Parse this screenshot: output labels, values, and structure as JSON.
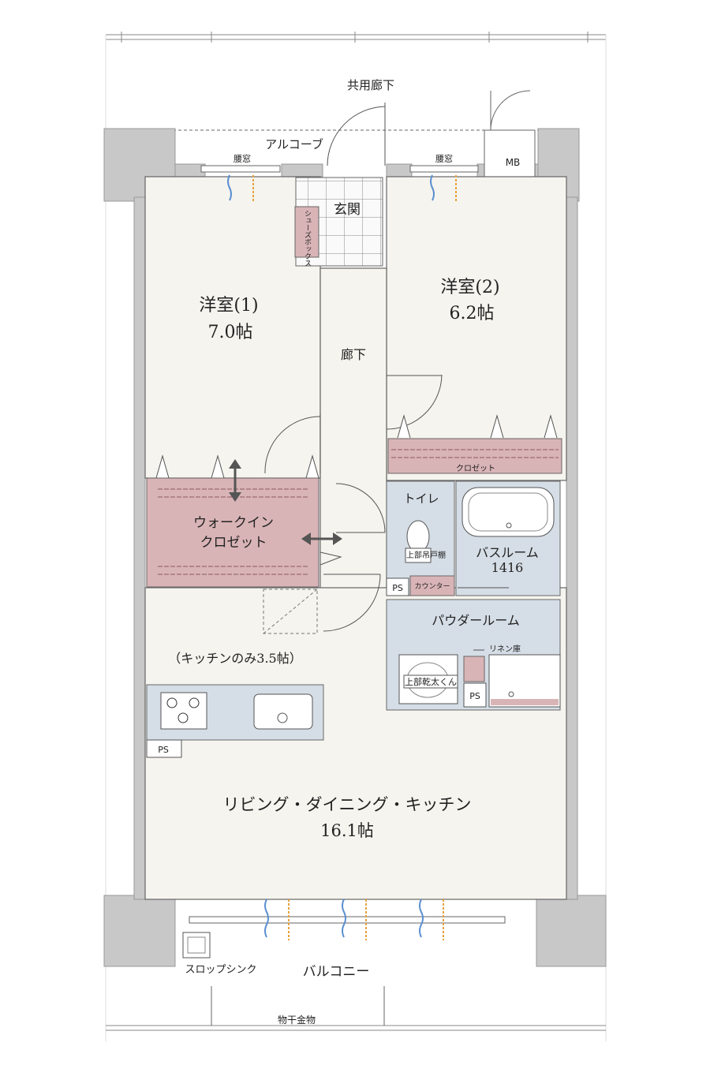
{
  "corridor": "共用廊下",
  "alcove": "アルコーブ",
  "waist_window_1": "腰窓",
  "waist_window_2": "腰窓",
  "mb": "MB",
  "entrance": "玄関",
  "shoe_box": "シューズボックス",
  "room1": {
    "name": "洋室(1)",
    "size": "7.0帖"
  },
  "room2": {
    "name": "洋室(2)",
    "size": "6.2帖"
  },
  "hallway": "廊下",
  "closet": "クロゼット",
  "walk_in_closet": [
    "ウォークイン",
    "クロゼット"
  ],
  "toilet": "トイレ",
  "upper_cabinet": "上部吊戸棚",
  "counter": "カウンター",
  "ps_1": "PS",
  "ps_2": "PS",
  "ps_3": "PS",
  "bathroom": {
    "name": "バスルーム",
    "size": "1416"
  },
  "powder_room": "パウダールーム",
  "linen": "リネン庫",
  "dryer": "上部乾太くん",
  "kitchen_note": "（キッチンのみ3.5帖）",
  "ldk": {
    "name": "リビング・ダイニング・キッチン",
    "size": "16.1帖"
  },
  "slop_sink": "スロップシンク",
  "balcony": "バルコニー",
  "clothes_hanger": "物干金物",
  "colors": {
    "wall": "#c8c8c8",
    "floor": "#f5f4ee",
    "closet": "#d9b4b6",
    "wet_area": "#d5dde6",
    "line": "#555555",
    "breeze_blue": "#5b8fd0",
    "breeze_orange": "#e6a23c"
  }
}
